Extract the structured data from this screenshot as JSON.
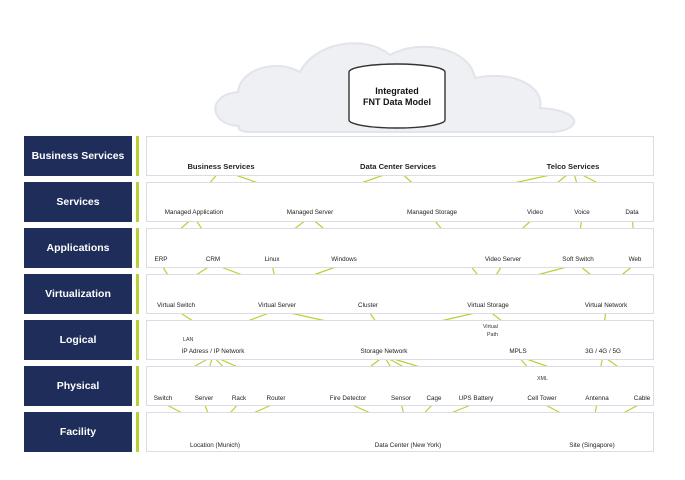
{
  "cloud": {
    "line1": "Integrated",
    "line2": "FNT Data Model"
  },
  "layers": [
    {
      "key": "business_services",
      "label": "Business Services"
    },
    {
      "key": "services",
      "label": "Services"
    },
    {
      "key": "applications",
      "label": "Applications"
    },
    {
      "key": "virtualization",
      "label": "Virtualization"
    },
    {
      "key": "logical",
      "label": "Logical"
    },
    {
      "key": "physical",
      "label": "Physical"
    },
    {
      "key": "facility",
      "label": "Facility"
    }
  ],
  "nodes": {
    "business_services": [
      "Business Services",
      "Data Center Services",
      "Telco Services"
    ],
    "services": [
      "Managed Application",
      "Managed Server",
      "Managed Storage",
      "Video",
      "Voice",
      "Data"
    ],
    "applications": [
      "ERP",
      "CRM",
      "Linux",
      "Windows",
      "Video Server",
      "Soft Switch",
      "Web"
    ],
    "virtualization": [
      "Virtual Switch",
      "Virtual Server",
      "Cluster",
      "Virtual Storage",
      "Virtual Network"
    ],
    "logical": [
      "IP Adress / IP Network",
      "Storage Network",
      "MPLS",
      "3G / 4G / 5G"
    ],
    "physical": [
      "Switch",
      "Server",
      "Rack",
      "Router",
      "Fire Detector",
      "Sensor",
      "Cage",
      "UPS Battery",
      "Cell Tower",
      "Antenna",
      "Cable"
    ],
    "facility": [
      "Location (Munich)",
      "Data Center (New York)",
      "Site (Singapore)"
    ]
  },
  "notes": {
    "lan": "LAN",
    "virtual_path": "Virtual",
    "path": "Path",
    "xml": "XML"
  },
  "colors": {
    "layer_label_bg": "#1f2d5a",
    "accent_line": "#b6d235",
    "band_border": "#d9dde5",
    "icon_gray": "#555a60"
  }
}
